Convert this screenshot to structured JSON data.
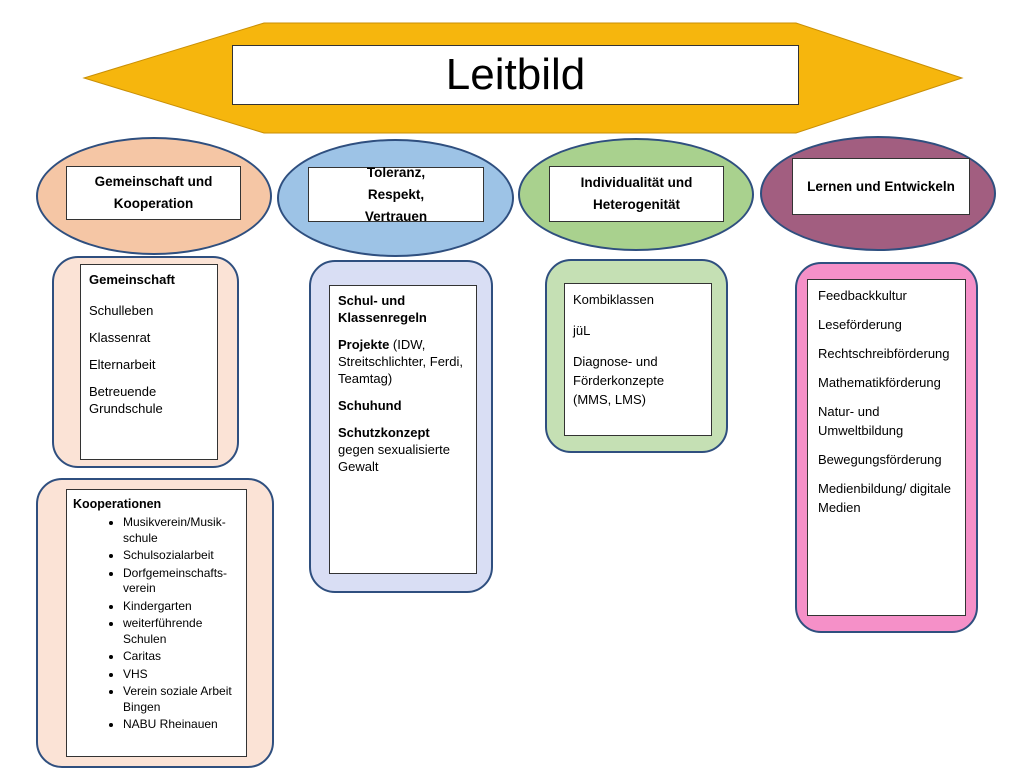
{
  "title": "Leitbild",
  "colors": {
    "banner": "#f6b60d",
    "peach": "#f5c6a5",
    "peach_light": "#fbe3d6",
    "blue": "#9dc3e6",
    "lavender": "#d9def4",
    "green": "#a9d18e",
    "green_light": "#c5e0b4",
    "purple": "#a25e80",
    "pink": "#f590c8"
  },
  "pillars": [
    {
      "label": "Gemeinschaft und Kooperation"
    },
    {
      "label": "Toleranz, Respekt, Vertrauen"
    },
    {
      "label": "Individualität und Heterogenität"
    },
    {
      "label": "Lernen und Entwickeln"
    }
  ],
  "gemeinschaft": {
    "heading": "Gemeinschaft",
    "items": [
      "Schulleben",
      "Klassenrat",
      "Elternarbeit",
      "Betreuende Grundschule"
    ]
  },
  "kooperationen": {
    "heading": "Kooperationen",
    "items": [
      "Musikverein/Musik-schule",
      "Schulsozialarbeit",
      "Dorfgemeinschafts-verein",
      "Kindergarten",
      "weiterführende Schulen",
      "Caritas",
      "VHS",
      "Verein soziale Arbeit Bingen",
      "NABU Rheinauen"
    ]
  },
  "toleranz": {
    "regeln": "Schul- und Klassenregeln",
    "projekte_heading": "Projekte",
    "projekte_text": " (IDW, Streitschlichter, Ferdi, Teamtag)",
    "schuhund": "Schuhund",
    "schutz_heading": "Schutzkonzept",
    "schutz_text": "gegen sexualisierte Gewalt"
  },
  "individualitaet": {
    "items": [
      "Kombiklassen",
      "jüL",
      "Diagnose- und Förderkonzepte (MMS, LMS)"
    ]
  },
  "lernen": {
    "items": [
      "Feedbackkultur",
      "Leseförderung",
      "Rechtschreibförderung",
      "Mathematikförderung",
      "Natur- und Umweltbildung",
      "Bewegungsförderung",
      "Medienbildung/ digitale Medien"
    ]
  }
}
